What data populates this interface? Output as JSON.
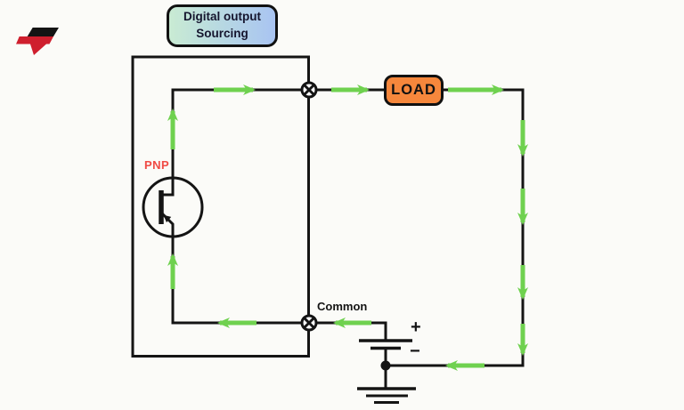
{
  "page": {
    "background_color": "#fbfbf8",
    "wire_color": "#141414",
    "flow_arrow_color": "#6fd14f"
  },
  "logo": {
    "name": "brand-flag-logo",
    "red": "#cf1f2e",
    "black": "#141414"
  },
  "title_box": {
    "line1": "Digital output",
    "line2": "Sourcing",
    "gradient_start": "#c9ebd3",
    "gradient_end": "#a9c4f2",
    "border_color": "#111111"
  },
  "diagram": {
    "transistor_label": "PNP",
    "transistor_label_color": "#f04b45",
    "load_label": "LOAD",
    "load_fill_color": "#f6873c",
    "common_label": "Common",
    "battery_plus_label": "+",
    "battery_minus_label": "−",
    "icons": {
      "junction_node": "circled-x-junction",
      "flow_arrow": "green-current-flow-arrow",
      "transistor": "pnp-transistor-symbol",
      "battery": "battery-cell-symbol",
      "ground": "earth-ground-symbol"
    }
  }
}
